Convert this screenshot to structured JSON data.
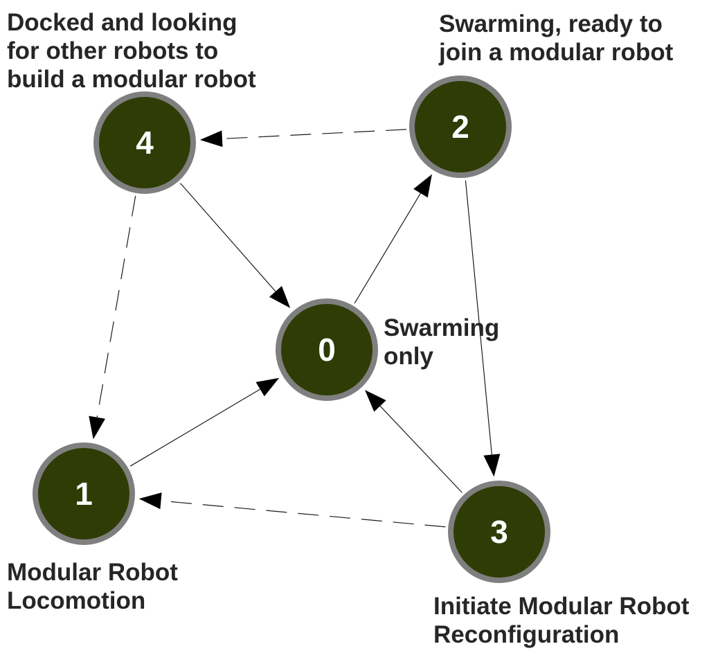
{
  "colors": {
    "node_fill": "#2f3c05",
    "node_stroke": "#7f7f7f",
    "node_text": "#ffffff",
    "edge": "#1a1a1a",
    "label_text": "#262626"
  },
  "nodes": [
    {
      "id": "0",
      "number": "0",
      "label_lines": [
        "Swarming",
        "only"
      ]
    },
    {
      "id": "1",
      "number": "1",
      "label_lines": [
        "Modular Robot",
        "Locomotion"
      ]
    },
    {
      "id": "2",
      "number": "2",
      "label_lines": [
        "Swarming, ready to",
        "join a modular robot"
      ]
    },
    {
      "id": "3",
      "number": "3",
      "label_lines": [
        "Initiate Modular Robot",
        "Reconfiguration"
      ]
    },
    {
      "id": "4",
      "number": "4",
      "label_lines": [
        "Docked and looking",
        "for other robots to",
        "build a modular robot"
      ]
    }
  ],
  "edges": [
    {
      "from": "4",
      "to": "0",
      "style": "solid"
    },
    {
      "from": "0",
      "to": "2",
      "style": "solid"
    },
    {
      "from": "2",
      "to": "3",
      "style": "solid"
    },
    {
      "from": "3",
      "to": "0",
      "style": "solid"
    },
    {
      "from": "1",
      "to": "0",
      "style": "solid"
    },
    {
      "from": "2",
      "to": "4",
      "style": "dashed"
    },
    {
      "from": "4",
      "to": "1",
      "style": "dashed"
    },
    {
      "from": "3",
      "to": "1",
      "style": "dashed"
    }
  ]
}
